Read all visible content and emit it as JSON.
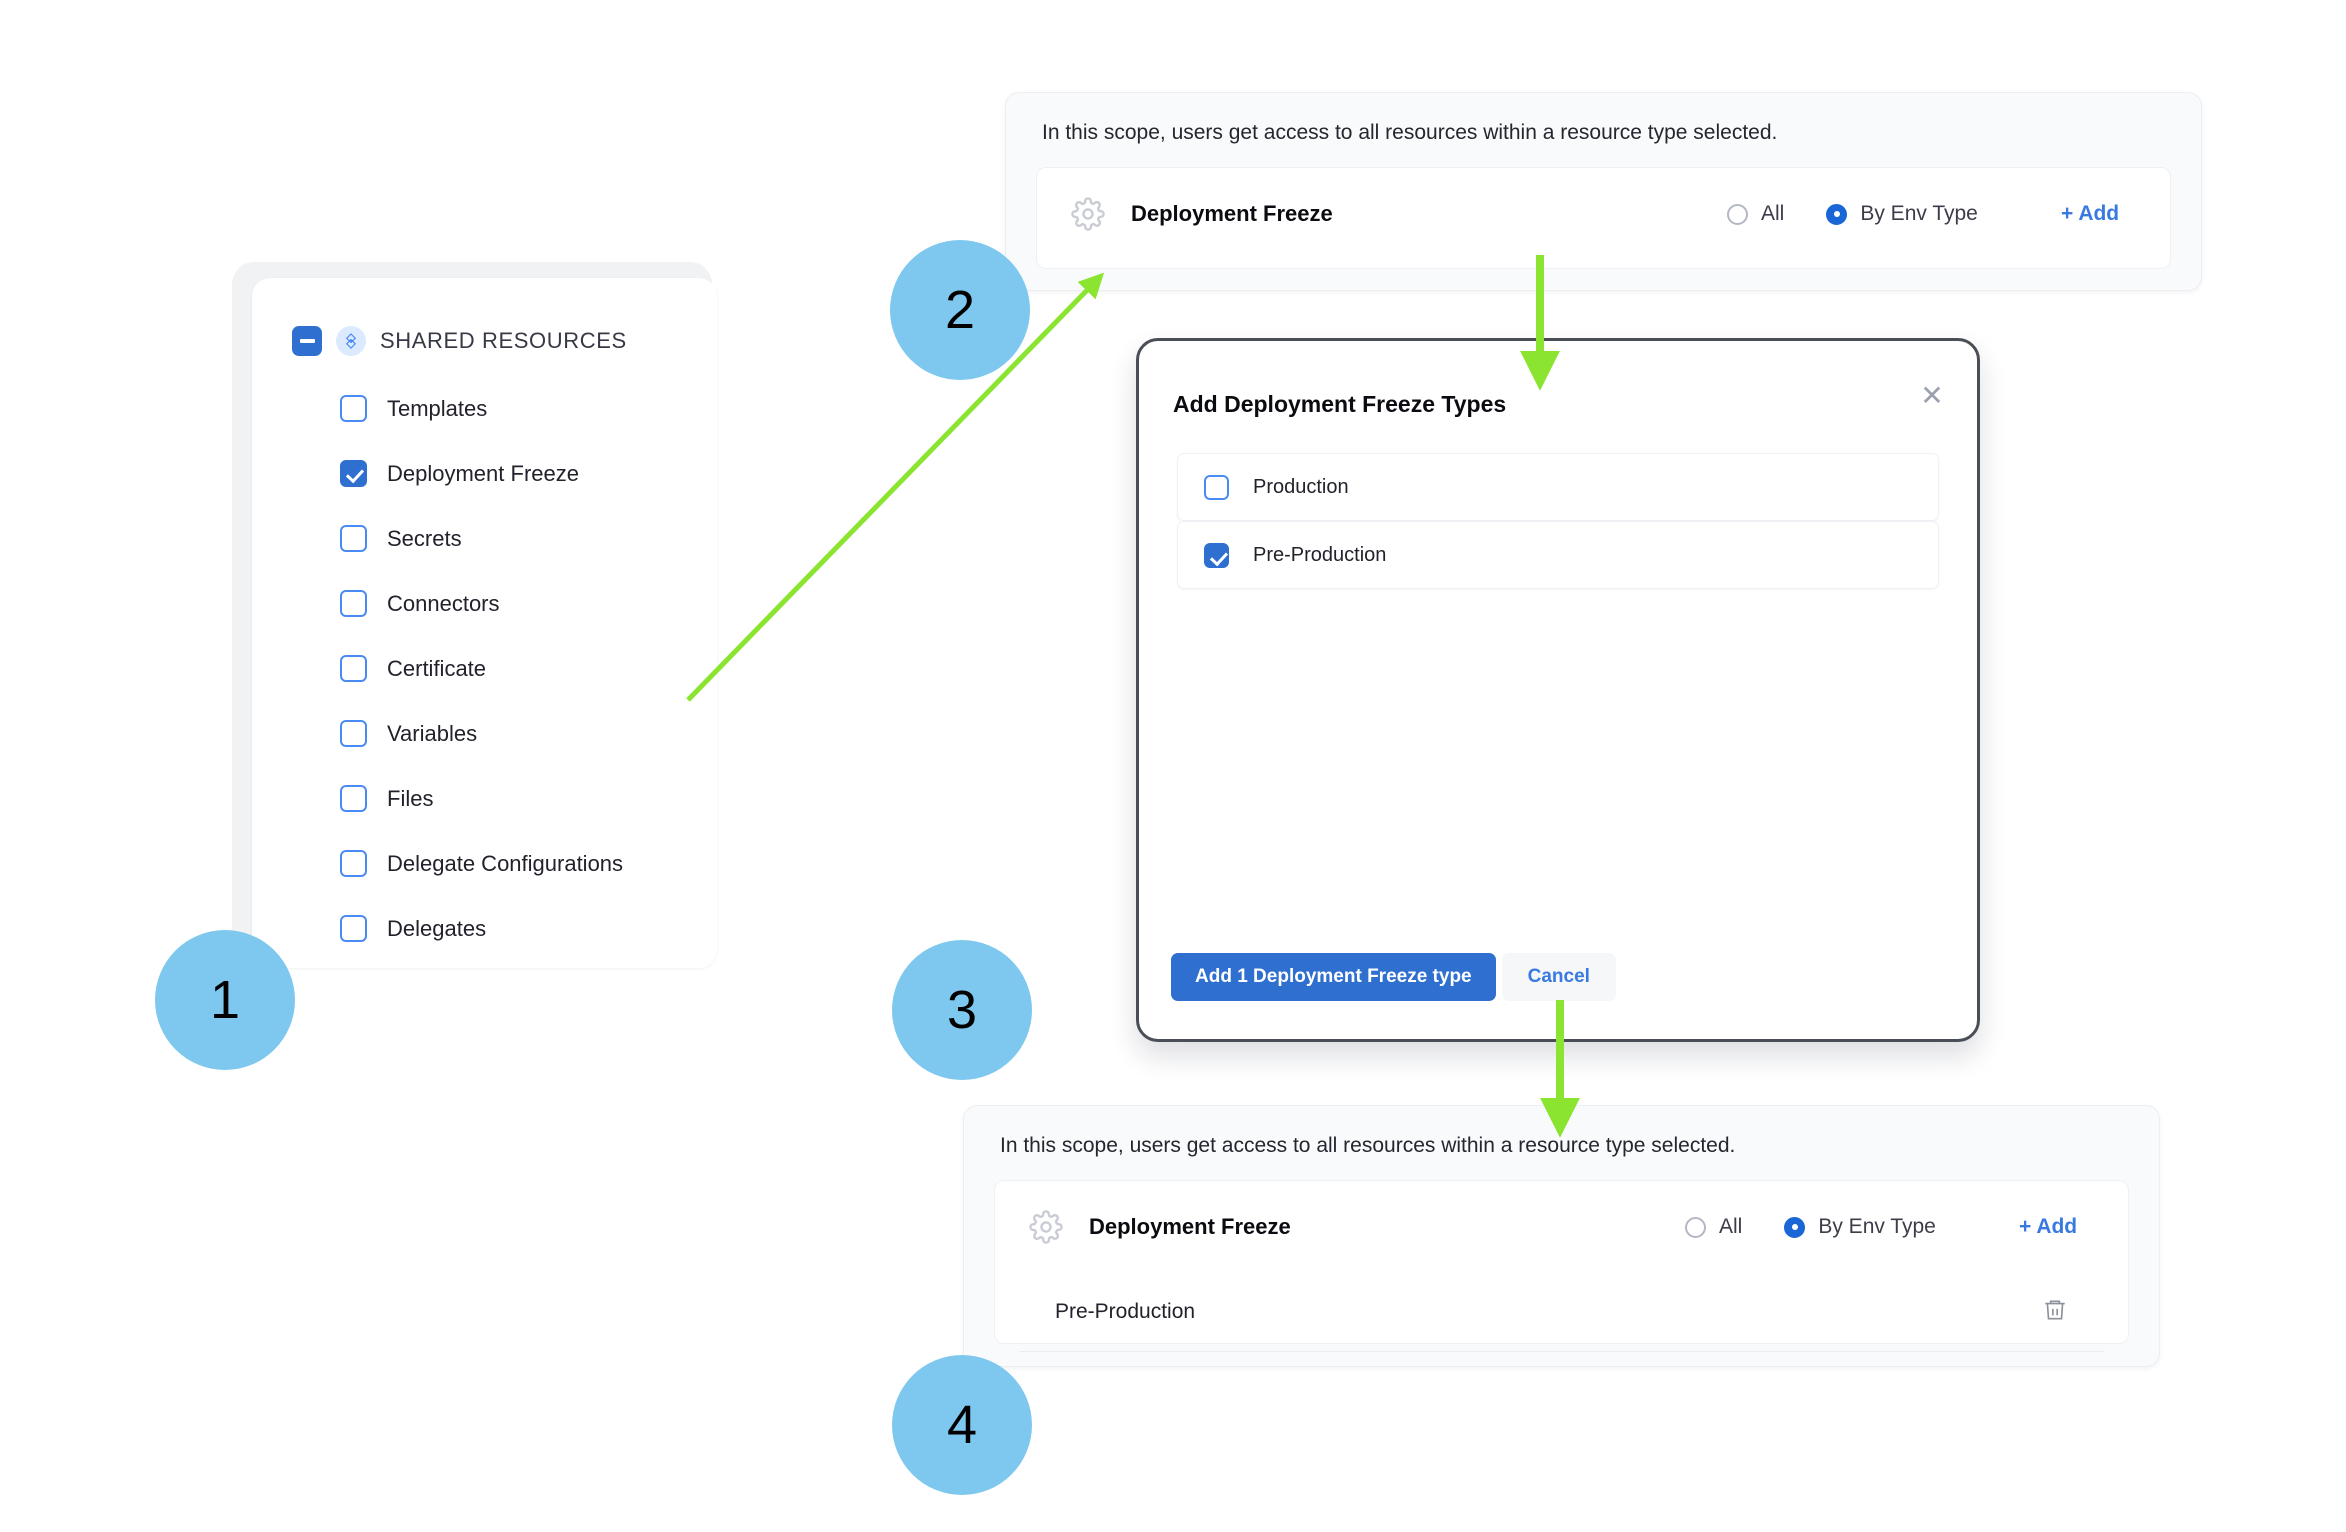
{
  "steps": [
    {
      "number": "1"
    },
    {
      "number": "2"
    },
    {
      "number": "3"
    },
    {
      "number": "4"
    }
  ],
  "resource_card": {
    "title": "SHARED RESOURCES",
    "collapse_icon": "minus-square-icon",
    "group_icon": "resource-group-icon",
    "items": [
      {
        "label": "Templates",
        "checked": false
      },
      {
        "label": "Deployment Freeze",
        "checked": true
      },
      {
        "label": "Secrets",
        "checked": false
      },
      {
        "label": "Connectors",
        "checked": false
      },
      {
        "label": "Certificate",
        "checked": false
      },
      {
        "label": "Variables",
        "checked": false
      },
      {
        "label": "Files",
        "checked": false
      },
      {
        "label": "Delegate Configurations",
        "checked": false
      },
      {
        "label": "Delegates",
        "checked": false
      }
    ]
  },
  "scope_panel_top": {
    "description": "In this scope, users get access to all resources within a resource type selected.",
    "resource_name": "Deployment Freeze",
    "resource_icon": "gear-icon",
    "options": [
      {
        "label": "All",
        "selected": false
      },
      {
        "label": "By Env Type",
        "selected": true
      }
    ],
    "add_label": "+ Add"
  },
  "scope_panel_bottom": {
    "description": "In this scope, users get access to all resources within a resource type selected.",
    "resource_name": "Deployment Freeze",
    "resource_icon": "gear-icon",
    "options": [
      {
        "label": "All",
        "selected": false
      },
      {
        "label": "By Env Type",
        "selected": true
      }
    ],
    "add_label": "+ Add",
    "selected_envs": [
      {
        "label": "Pre-Production",
        "delete_icon": "trash-icon"
      }
    ]
  },
  "modal": {
    "title": "Add Deployment Freeze Types",
    "close_icon": "close-icon",
    "options": [
      {
        "label": "Production",
        "checked": false
      },
      {
        "label": "Pre-Production",
        "checked": true
      }
    ],
    "primary_button": "Add 1 Deployment Freeze type",
    "secondary_button": "Cancel"
  },
  "colors": {
    "step_circle": "#7EC8EF",
    "arrow_green": "#8BE42F",
    "accent_blue": "#2F6FD0",
    "link_blue": "#3A7AE0",
    "checkbox_border": "#4A8AF4"
  }
}
